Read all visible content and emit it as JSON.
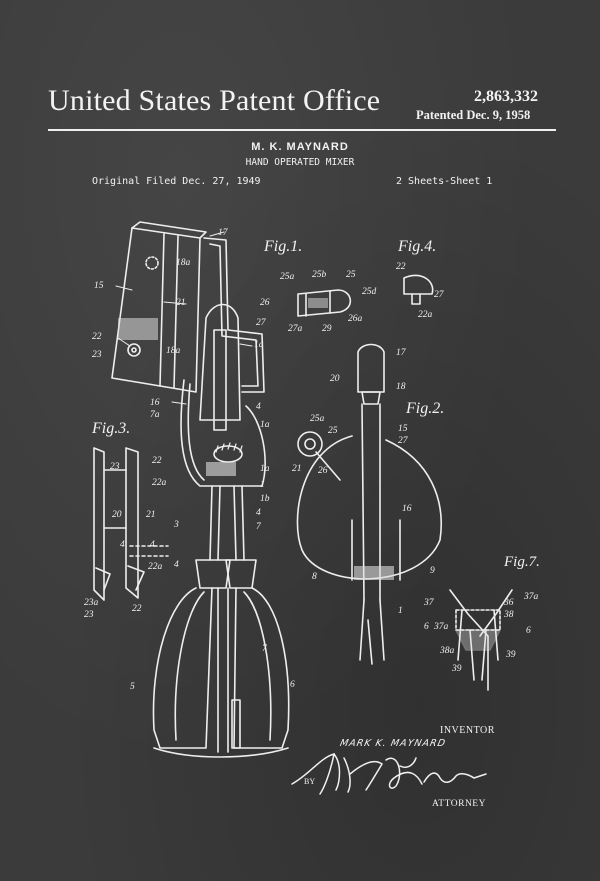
{
  "header": {
    "title": "United States Patent Office",
    "patent_number": "2,863,332",
    "patented": "Patented Dec. 9, 1958",
    "inventor": "M. K. MAYNARD",
    "invention_title": "HAND OPERATED MIXER",
    "filed": "Original Filed Dec. 27, 1949",
    "sheets": "2 Sheets-Sheet 1"
  },
  "figures": {
    "fig1": "Fig.1.",
    "fig2": "Fig.2.",
    "fig3": "Fig.3.",
    "fig4": "Fig.4.",
    "fig7": "Fig.7."
  },
  "reference_numerals": {
    "n17a": "17",
    "n15": "15",
    "n18a": "18a",
    "n21": "21",
    "n22": "22",
    "n23": "23",
    "n18a2": "18a",
    "n1a": "1a",
    "n4": "4",
    "n16": "16",
    "n7a": "7a",
    "n1a2": "1a",
    "n1a3": "1a",
    "n1": "1",
    "n1b": "1b",
    "n4b": "4",
    "n3": "3",
    "n7": "7",
    "n4c": "4",
    "n7b": "7",
    "n5": "5",
    "n6": "6",
    "n25a": "25a",
    "n25b": "25b",
    "n25": "25",
    "n25d": "25d",
    "n26": "26",
    "n27": "27",
    "n26a": "26a",
    "n27a": "27a",
    "n29": "29",
    "n22b": "22",
    "n27b": "27",
    "n22a": "22a",
    "n17b": "17",
    "n20": "20",
    "n18": "18",
    "n25ab": "25a",
    "n25c": "25",
    "n15b": "15",
    "n27c": "27",
    "n21b": "21",
    "n26b": "26",
    "n16b": "16",
    "n8": "8",
    "n9": "9",
    "n1c": "1",
    "n23b": "23",
    "n22c": "22",
    "n22ab": "22a",
    "n20b": "20",
    "n21c": "21",
    "n4d": "4",
    "n4e": "4",
    "n22ac": "22a",
    "n23a": "23a",
    "n23c": "23",
    "n22d": "22",
    "n37": "37",
    "n36": "36",
    "n37a": "37a",
    "n6b": "6",
    "n37b": "37a",
    "n38": "38",
    "n38a": "38a",
    "n39": "39",
    "n39b": "39",
    "n6c": "6"
  },
  "signature": {
    "inventor_label": "INVENTOR",
    "inventor_name": "MARK K. MAYNARD",
    "by": "BY",
    "attorney_label": "ATTORNEY"
  },
  "colors": {
    "background": "#3b3b3b",
    "ink": "#f2f2f2"
  }
}
